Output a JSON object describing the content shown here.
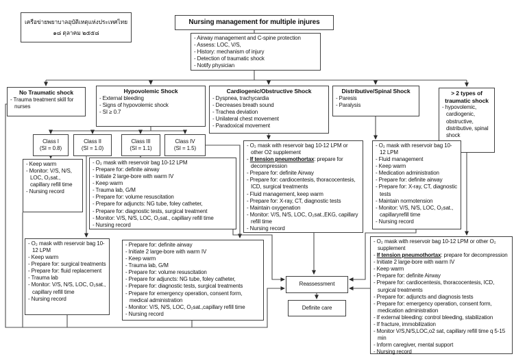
{
  "document": {
    "kind": "flowchart",
    "language_note": "Thai header box with English flowchart"
  },
  "boxes": {
    "thai": {
      "center": true,
      "items": [
        "เครือข่ายพยาบาลอุบัติเหตุแห่งประเทศไทย",
        "๑๘ ตุลาคม ๒๕๕๘"
      ]
    },
    "title": {
      "center": true,
      "bold": true,
      "items": [
        "Nursing management for multiple injures"
      ]
    },
    "assess": {
      "items": [
        "- Airway management and C-spine protection",
        "- Assess: LOC, V/S,",
        "- History: mechanism of injury",
        "- Detection of traumatic shock",
        "- Notify physician"
      ]
    },
    "cat_no_shock": {
      "title": "No Traumatic shock",
      "items": [
        "- Trauma treatment skill for nurses"
      ]
    },
    "cat_hypo": {
      "title": "Hypovolemic Shock",
      "items": [
        "- External bleeding",
        "- Signs of hypovolemic shock",
        "- SI ≥ 0.7"
      ]
    },
    "cat_cardio": {
      "title": "Cardiogenic/Obstructive Shock",
      "items": [
        "- Dyspnea, trachycardia",
        "- Decreases breath sound",
        "- Trachea deviation",
        "- Unilateral chest movement",
        "- Paradoxical movement"
      ]
    },
    "cat_dist": {
      "title": "Distributive/Spinal Shock",
      "items": [
        "- Paresis",
        "- Paralysis"
      ]
    },
    "cat_multi": {
      "title": "> 2 types of traumatic shock",
      "items": [
        "- hypovolemic, cardiogenic, obstructive, distributive, spinal shock"
      ]
    },
    "class1": {
      "center": true,
      "items": [
        "Class I",
        "(SI = 0.8)"
      ]
    },
    "class2": {
      "center": true,
      "items": [
        "Class II",
        "(SI = 1.0)"
      ]
    },
    "class3": {
      "center": true,
      "items": [
        "Class III",
        "(SI = 1.1)"
      ]
    },
    "class4": {
      "center": true,
      "items": [
        "Class IV",
        "(SI = 1.5)"
      ]
    },
    "act_class1": {
      "items": [
        "- Keep warm",
        "- Monitor: V/S, N/S, LOC, O₂sat., capillary refill time",
        "- Nursing record"
      ]
    },
    "act_class3": {
      "items": [
        "- O₂ mask with reservoir bag 10-12 LPM",
        "- Prepare for: definite airway",
        "- Initiate 2 large-bore with warm IV",
        "- Keep warm",
        "- Trauma lab, G/M",
        "- Prepare for: volume  resuscitation",
        "- Prepare for adjuncts: NG tube, foley catheter,",
        "- Prepare for: diagnostic tests, surgical treatment",
        "- Monitor: V/S, N/S, LOC, O₂sat., capillary refill time",
        "- Nursing record"
      ]
    },
    "act_cardio": {
      "items": [
        "- O₂ mask with reservoir bag 10-12 LPM or other O2 supplement",
        {
          "pre": "- ",
          "emph": "If tension pneumothortax",
          "post": ": prepare for decompression"
        },
        "- Prepare for: definite Airway",
        "- Prepare for: cardiocentesis, thoracocentesis, ICD, surgical treatments",
        "- Fluid management, keep warm",
        "- Prepare for: X-ray, CT, diagnostic tests",
        "- Maintain oxygenation",
        "- Monitor: V/S, N/S, LOC, O₂sat.,EKG, capillary refill time",
        "- Nursing record"
      ]
    },
    "act_dist": {
      "items": [
        "- O₂ mask with reservoir bag 10-12 LPM",
        "- Fluid management",
        "- Keep warm",
        "- Medication administration",
        "- Prepare for: definite airway",
        "- Prepare for: X-ray, CT, diagnostic tests",
        "- Maintain normotension",
        "- Monitor: V/S, N/S, LOC, O₂sat., capillaryrefill time",
        "- Nursing record"
      ]
    },
    "act_class2": {
      "items": [
        "- O₂ mask with reservoir bag 10-12 LPM",
        "- Keep warm",
        "- Prepare for: surgical treatments",
        "- Prepare for: fluid replacement",
        "- Trauma lab",
        "- Monitor: V/S, N/S, LOC, O₂sat., capillary refill time",
        "- Nursing record"
      ]
    },
    "act_class4": {
      "items": [
        "- Prepare for: definite airway",
        "- Initiate 2 large-bore with warm IV",
        "- Keep warm",
        "- Trauma lab, G/M",
        "- Prepare for: volume  resuscitation",
        "- Prepare for adjuncts: NG tube, foley catheter,",
        "- Prepare for: diagnostic tests, surgical treatments",
        "- Prepare for emergency operation, consent form, medical administration",
        "- Monitor: V/S, N/S, LOC, O₂sat.,capillary refill time",
        "- Nursing record"
      ]
    },
    "act_multi": {
      "items": [
        "- O₂ mask with reservoir bag 10-12 LPM or other O₂ supplement",
        {
          "pre": "- ",
          "emph": "If tension pneumothortax",
          "post": ": prepare for decompression"
        },
        "- Initiate 2 large-bore with warm IV",
        "- Keep warm",
        "- Prepare for: definite Airway",
        "- Prepare for: cardiocentesis,  thoracocentesis, ICD, surgical treatments",
        "- Prepare for: adjuncts and diagnosis tests",
        "- Prepare for: emergency operation, consent form, medication administration",
        "- If external bleeding: control bleeding, stabilization",
        "- If fracture, immobilization",
        "- Monitor V/S,N/S,LOC,o2 sat, capillary refill time q 5-15 min",
        "- Inform caregiver, mental support",
        "- Nursing record"
      ]
    },
    "reassessment": {
      "center": true,
      "items": [
        "Reassessment"
      ]
    },
    "definite_care": {
      "center": true,
      "items": [
        "Definite care"
      ]
    }
  },
  "colors": {
    "line": "#4d4d4d",
    "border": "#3f3f3f",
    "text": "#111111",
    "background": "#ffffff"
  }
}
